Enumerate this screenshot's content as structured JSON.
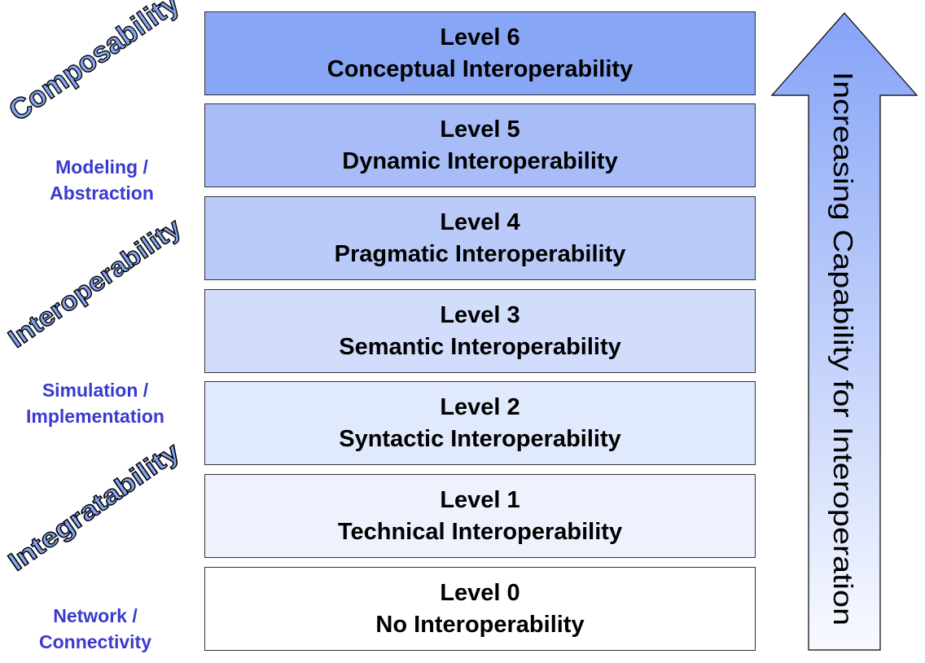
{
  "levels": [
    {
      "level": "Level 6",
      "name": "Conceptual Interoperability",
      "color": "#88a6f6"
    },
    {
      "level": "Level 5",
      "name": "Dynamic Interoperability",
      "color": "#a8bdf8"
    },
    {
      "level": "Level 4",
      "name": "Pragmatic Interoperability",
      "color": "#bacbf9"
    },
    {
      "level": "Level 3",
      "name": "Semantic Interoperability",
      "color": "#d1ddfb"
    },
    {
      "level": "Level 2",
      "name": "Syntactic Interoperability",
      "color": "#e1e9fc"
    },
    {
      "level": "Level 1",
      "name": "Technical Interoperability",
      "color": "#eef2fd"
    },
    {
      "level": "Level 0",
      "name": "No Interoperability",
      "color": "#ffffff"
    }
  ],
  "wordart": {
    "composability": "Composability",
    "interoperability": "Interoperability",
    "integratability": "Integratability"
  },
  "side_labels": {
    "modeling": [
      "Modeling /",
      "Abstraction"
    ],
    "simulation": [
      "Simulation /",
      "Implementation"
    ],
    "network": [
      "Network /",
      "Connectivity"
    ]
  },
  "arrow": {
    "label": "Increasing Capability for Interoperation",
    "color_top": "#86a3f7",
    "color_bottom": "#f8faff"
  },
  "colors": {
    "side_label": "#3a3ad0",
    "wordart_fill": "#86a6f2"
  }
}
